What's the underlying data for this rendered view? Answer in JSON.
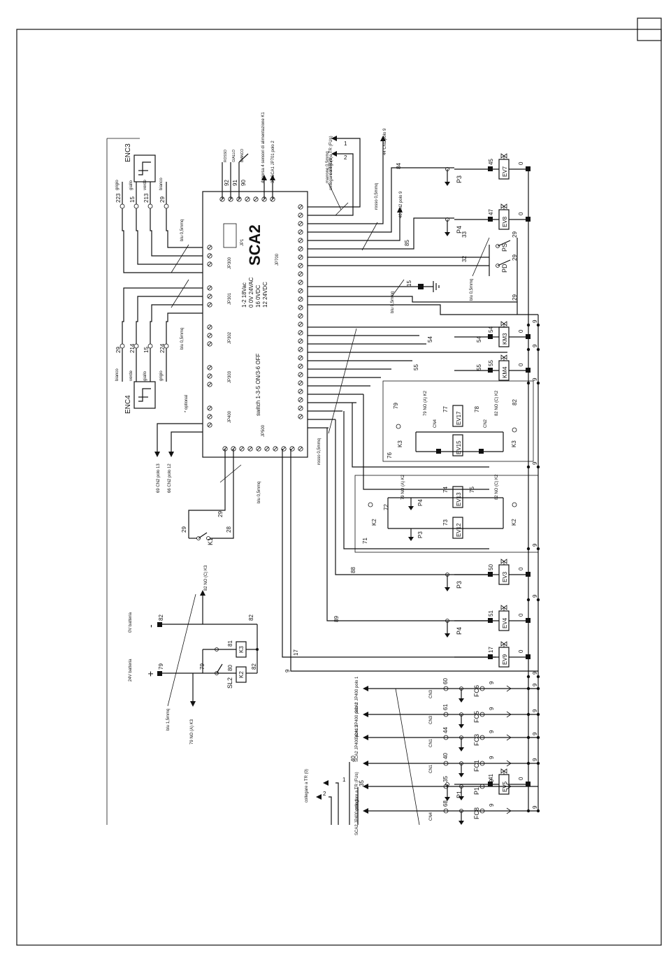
{
  "board": {
    "name": "SCA2",
    "power_lines": [
      "1-2  18Vac",
      "0  0V 24VAC",
      "16  0VDC",
      "12  24VDC"
    ],
    "switch_note": "switch 1-3-5 ON/3-6 OFF"
  },
  "connectors": {
    "jp300": "JP300",
    "jp301": "JP301",
    "jp302": "JP302",
    "jp303": "JP303",
    "jp400": "JP400",
    "jp500": "JP500",
    "jp700": "JP700",
    "jp1": "JP1"
  },
  "top_wires": {
    "red": "ROSSO",
    "yellow": "GIALLO",
    "white": "BIANCO",
    "numbers": [
      "92",
      "91",
      "90"
    ]
  },
  "top_notes": {
    "note1": "4 morsa 4 sensori di alimentazione K1",
    "note2": "36 SCA1 JP701 polo 2",
    "collegare1": "collegare a TR (FUs)",
    "collegare2": "collegare a TR (0)",
    "cn1_polo9": "44 CN1 polo 9",
    "cn2_polo9": "46 CN2 polo 9",
    "marrone": "marrone 0,5mmq",
    "rosso": "rosso 0,5mmq",
    "blu05": "blu 0,5mmq",
    "blu05b": "blu 0,5mmq",
    "num1": "1",
    "num2": "2",
    "num84": "84",
    "num85": "85"
  },
  "encoders": {
    "enc3": {
      "label": "ENC3",
      "wires": [
        "grigio",
        "giallo",
        "verde",
        "bianco"
      ],
      "terminals": [
        "223",
        "15",
        "213",
        "29"
      ]
    },
    "enc4": {
      "label": "ENC4",
      "wires": [
        "bianco",
        "verde",
        "giallo",
        "grigio"
      ],
      "terminals": [
        "29",
        "214",
        "15",
        "224"
      ]
    },
    "blu05": "blu 0,5mmq",
    "optional": "* optional"
  },
  "bottom_notes": {
    "cn2_13": "69 CN2 polo 13",
    "cn2_12": "66 CN2 polo 12",
    "blu": "blu 0,5mmq",
    "rosso": "rosso 0,5mmq"
  },
  "k1": {
    "label": "K1",
    "wires": [
      "29",
      "28"
    ]
  },
  "battery": {
    "minus": "0V batteria",
    "plus": "24V batteria",
    "minus_sign": "-",
    "plus_sign": "+",
    "w82": "82",
    "w79": "79",
    "blu": "blu 1,5mmq",
    "k3_note": "82 NO (C) K3",
    "k3_out": "79 NO (A) K3",
    "relays": [
      "K3",
      "K2"
    ],
    "sl2": "SL2",
    "nums": [
      "81",
      "80",
      "82",
      "82",
      "79"
    ]
  },
  "right_column": {
    "rows": [
      {
        "dev": "EV7",
        "wire": "45",
        "sensor": "P3"
      },
      {
        "dev": "EV8",
        "wire": "47",
        "sensor": "P4"
      },
      {
        "dev": "KM3",
        "wire": "54"
      },
      {
        "dev": "KM4",
        "wire": "55"
      },
      {
        "dev": "EV3",
        "wire": "50",
        "sensor": "P3"
      },
      {
        "dev": "EV4",
        "wire": "51",
        "sensor": "P4"
      },
      {
        "dev": "EV9",
        "wire": "17"
      },
      {
        "dev": "EV5",
        "wire": "41",
        "sensor": "P1"
      }
    ],
    "zero": "0",
    "nine": "9",
    "ps": "PS",
    "pd": "PD",
    "w33": "33",
    "w32": "32",
    "w29": "29",
    "w15": "15",
    "w88": "88",
    "w89": "89",
    "w17": "17"
  },
  "valve_block1": {
    "valves": [
      "EV17",
      "EV15"
    ],
    "relays": [
      "K3",
      "K3"
    ],
    "nums": [
      "77",
      "78",
      "76",
      "79",
      "82"
    ],
    "cn": [
      "CN4",
      "CN2"
    ],
    "no_a": "79 NO (A) K2",
    "no_c": "82 NO (C) K2"
  },
  "valve_block2": {
    "valves": [
      "EV13",
      "EV12"
    ],
    "relays": [
      "K2",
      "K2"
    ],
    "nums": [
      "74",
      "75",
      "72",
      "73",
      "71"
    ],
    "sensors": [
      "P4",
      "P3"
    ],
    "no_a": "79 NO (A) K2",
    "no_c": "82 NO (C) K2"
  },
  "bottom_rows": [
    {
      "name": "FC6",
      "wire": "60",
      "cn": "CN3",
      "ref": "SCA1 JP400 polo 1"
    },
    {
      "name": "FC5",
      "wire": "61",
      "cn": "CN3",
      "ref": "SCA1 JP400 polo 2"
    },
    {
      "name": "FC3",
      "wire": "44",
      "cn": "CN1",
      "ref": "SCA2 JP400 polo 3"
    },
    {
      "name": "FC1",
      "wire": "40",
      "cn": "CN1",
      "ref": ""
    },
    {
      "name": "P1",
      "wire": "35",
      "cn": "",
      "ref": "collegare a TR (FUs)"
    },
    {
      "name": "FC8",
      "wire": "68",
      "cn": "CN4",
      "ref": "SCA2 JP400 polo 1"
    }
  ],
  "bottom_misc": {
    "collegare2": "collegare a TR (0)",
    "w1": "1",
    "w2": "2",
    "w40": "40",
    "w35": "35",
    "w9": "9"
  }
}
